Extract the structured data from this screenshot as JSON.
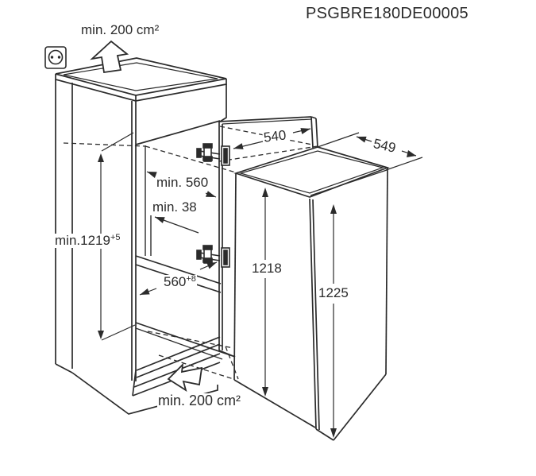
{
  "title": "PSGBRE180DE00005",
  "colors": {
    "line": "#2b2b2b",
    "background": "#ffffff"
  },
  "labels": {
    "top_vent": "min. 200 cm²",
    "bottom_vent": "min. 200 cm²",
    "door_width": "540",
    "appliance_depth": "549",
    "niche_depth": "min. 560",
    "rear_clearance": "min. 38",
    "niche_height": "min.1219",
    "niche_height_tolerance": "+5",
    "niche_width": "560",
    "niche_width_tolerance": "+8",
    "appliance_height": "1218",
    "door_height": "1225"
  },
  "icons": [
    "power-socket-icon",
    "airflow-up-arrow-icon",
    "airflow-left-arrow-icon"
  ]
}
